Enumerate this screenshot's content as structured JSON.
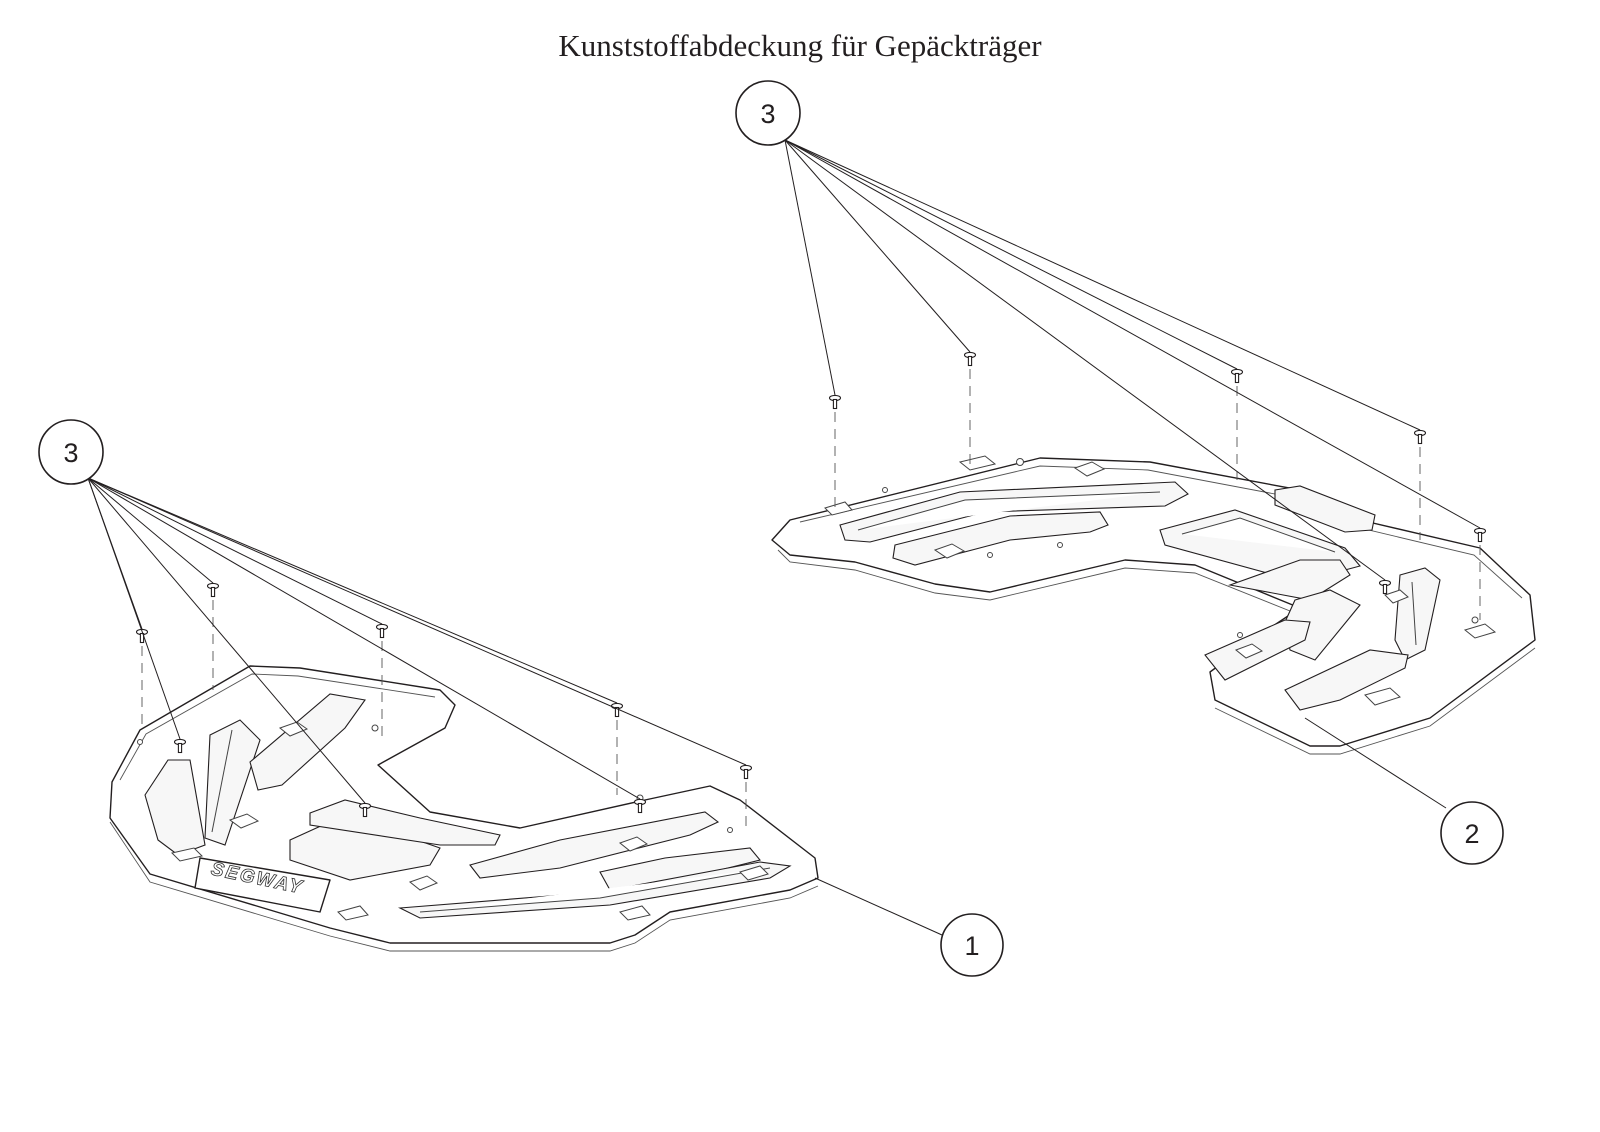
{
  "title": "Kunststoffabdeckung für Gepäckträger",
  "callouts": {
    "part1": "1",
    "part2": "2",
    "screws_left": "3",
    "screws_right": "3"
  },
  "logo": "SEGWAY"
}
